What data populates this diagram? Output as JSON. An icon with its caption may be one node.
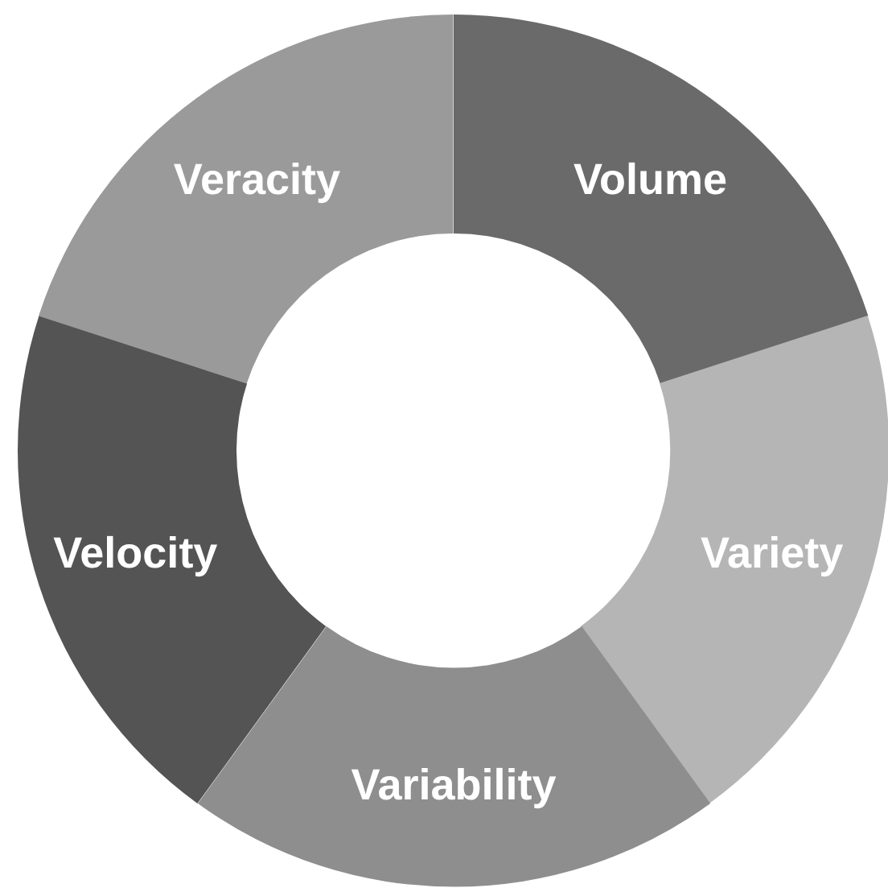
{
  "diagram": {
    "nodes": [
      {
        "text": [
          "Volume"
        ]
      },
      {
        "text": [
          "Variety"
        ]
      },
      {
        "text": [
          "Variability"
        ]
      },
      {
        "text": [
          "Velocity"
        ]
      },
      {
        "text": [
          "Veracity"
        ]
      }
    ]
  }
}
